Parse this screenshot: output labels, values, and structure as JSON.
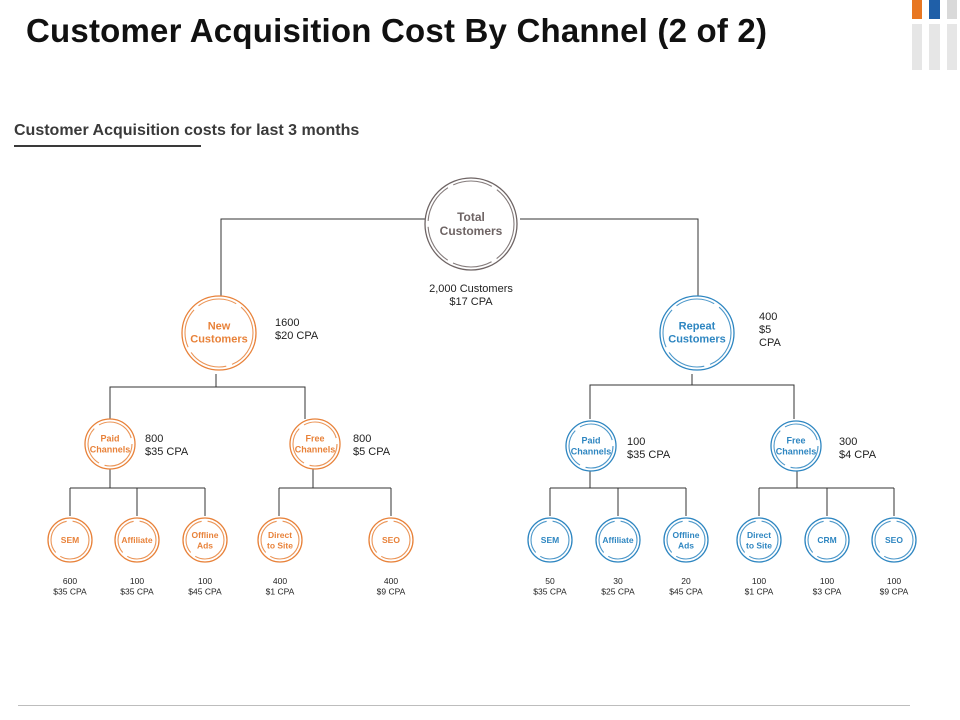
{
  "page": {
    "title": "Customer Acquisition Cost By Channel (2 of 2)",
    "subtitle": "Customer Acquisition costs for last 3 months"
  },
  "colors": {
    "root": "#6e6464",
    "new": "#e8823a",
    "repeat": "#2e86c1",
    "line": "#333333",
    "deco_orange": "#e87722",
    "deco_blue": "#1f5fa8",
    "deco_gray": "#d9d9d9"
  },
  "tree": {
    "root": {
      "label": "Total\nCustomers",
      "stat": "2,000 Customers\n$17 CPA"
    },
    "new": {
      "label": "New\nCustomers",
      "stat": "1600\n$20 CPA",
      "paid": {
        "label": "Paid\nChannels",
        "stat": "800\n$35 CPA",
        "leaves": [
          {
            "label": "SEM",
            "stat": "600\n$35 CPA"
          },
          {
            "label": "Affiliate",
            "stat": "100\n$35 CPA"
          },
          {
            "label": "Offline\nAds",
            "stat": "100\n$45 CPA"
          }
        ]
      },
      "free": {
        "label": "Free\nChannels",
        "stat": "800\n$5 CPA",
        "leaves": [
          {
            "label": "Direct\nto Site",
            "stat": "400\n$1 CPA"
          },
          {
            "label": "SEO",
            "stat": "400\n$9 CPA"
          }
        ]
      }
    },
    "repeat": {
      "label": "Repeat\nCustomers",
      "stat": "400\n$5\nCPA",
      "paid": {
        "label": "Paid\nChannels",
        "stat": "100\n$35 CPA",
        "leaves": [
          {
            "label": "SEM",
            "stat": "50\n$35 CPA"
          },
          {
            "label": "Affiliate",
            "stat": "30\n$25 CPA"
          },
          {
            "label": "Offline\nAds",
            "stat": "20\n$45 CPA"
          }
        ]
      },
      "free": {
        "label": "Free\nChannels",
        "stat": "300\n$4 CPA",
        "leaves": [
          {
            "label": "Direct\nto Site",
            "stat": "100\n$1 CPA"
          },
          {
            "label": "CRM",
            "stat": "100\n$3 CPA"
          },
          {
            "label": "SEO",
            "stat": "100\n$9 CPA"
          }
        ]
      }
    }
  }
}
